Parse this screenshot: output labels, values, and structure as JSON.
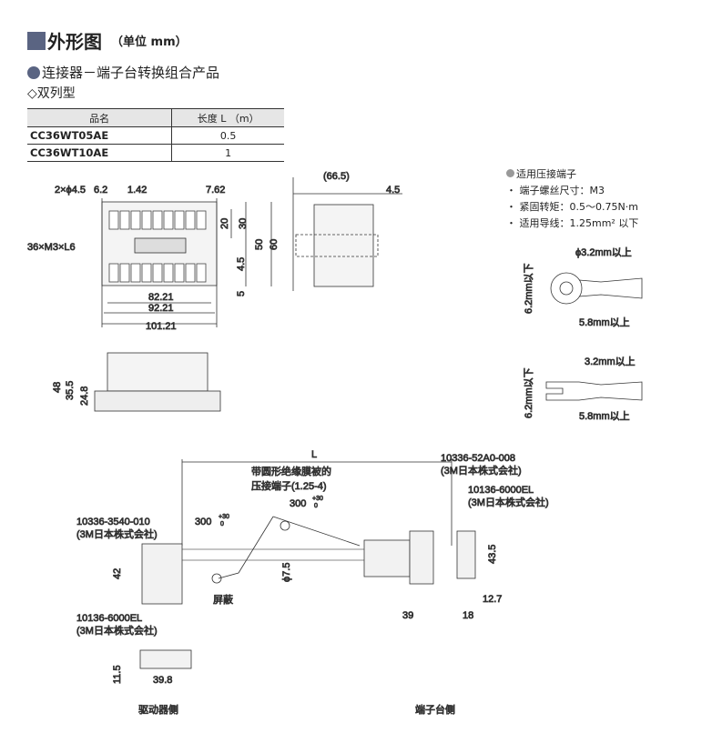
{
  "header": {
    "title": "外形图",
    "unit": "（单位 mm）"
  },
  "section": {
    "title": "连接器－端子台转换组合产品",
    "subtitle": "◇双列型"
  },
  "table": {
    "headers": [
      "品名",
      "长度 L （m）"
    ],
    "rows": [
      [
        "CC36WT05AE",
        "0.5"
      ],
      [
        "CC36WT10AE",
        "1"
      ]
    ]
  },
  "spec": {
    "title": "适用压接端子",
    "items": [
      "・ 端子螺丝尺寸：M3",
      "・ 紧固转矩：0.5～0.75N·m",
      "・ 适用导线：1.25mm² 以下"
    ]
  },
  "top_view": {
    "hole": "2×ϕ4.5",
    "d62": "6.2",
    "d142": "1.42",
    "d762": "7.62",
    "screw": "36×M3×L6",
    "d20": "20",
    "d30": "30",
    "d50": "50",
    "d60": "60",
    "d45": "4.5",
    "d5": "5",
    "w1": "82.21",
    "w2": "92.21",
    "w3": "101.21"
  },
  "side_view": {
    "depth": "(66.5)",
    "d45": "4.5"
  },
  "front_view": {
    "h48": "48",
    "h355": "35.5",
    "h248": "24.8"
  },
  "terminal_ring": {
    "hole": "ϕ3.2mm以上",
    "width": "6.2mm以下",
    "length": "5.8mm以上"
  },
  "terminal_fork": {
    "gap": "3.2mm以上",
    "width": "6.2mm以下",
    "length": "5.8mm以上"
  },
  "cable": {
    "L": "L",
    "lug_label1": "带圆形绝缘膜被的",
    "lug_label2": "压接端子(1.25-4)",
    "len300a": "300",
    "len300b": "300",
    "tol_up": "+30",
    "tol_dn": "0",
    "tol_up2": "+30",
    "tol_dn2": "0",
    "right_conn": "10336-52A0-008",
    "right_maker": "(3M日本株式会社)",
    "right_plug": "10136-6000EL",
    "right_plug_maker": "(3M日本株式会社)",
    "left_conn": "10336-3540-010",
    "left_maker": "(3M日本株式会社)",
    "left_plug": "10136-6000EL",
    "left_plug_maker": "(3M日本株式会社)",
    "h42": "42",
    "dia": "ϕ7.5",
    "shield": "屏蔽",
    "d39": "39",
    "d18": "18",
    "d435": "43.5",
    "d127": "12.7",
    "d115": "11.5",
    "d398": "39.8",
    "driver_side": "驱动器侧",
    "terminal_side": "端子台侧"
  }
}
